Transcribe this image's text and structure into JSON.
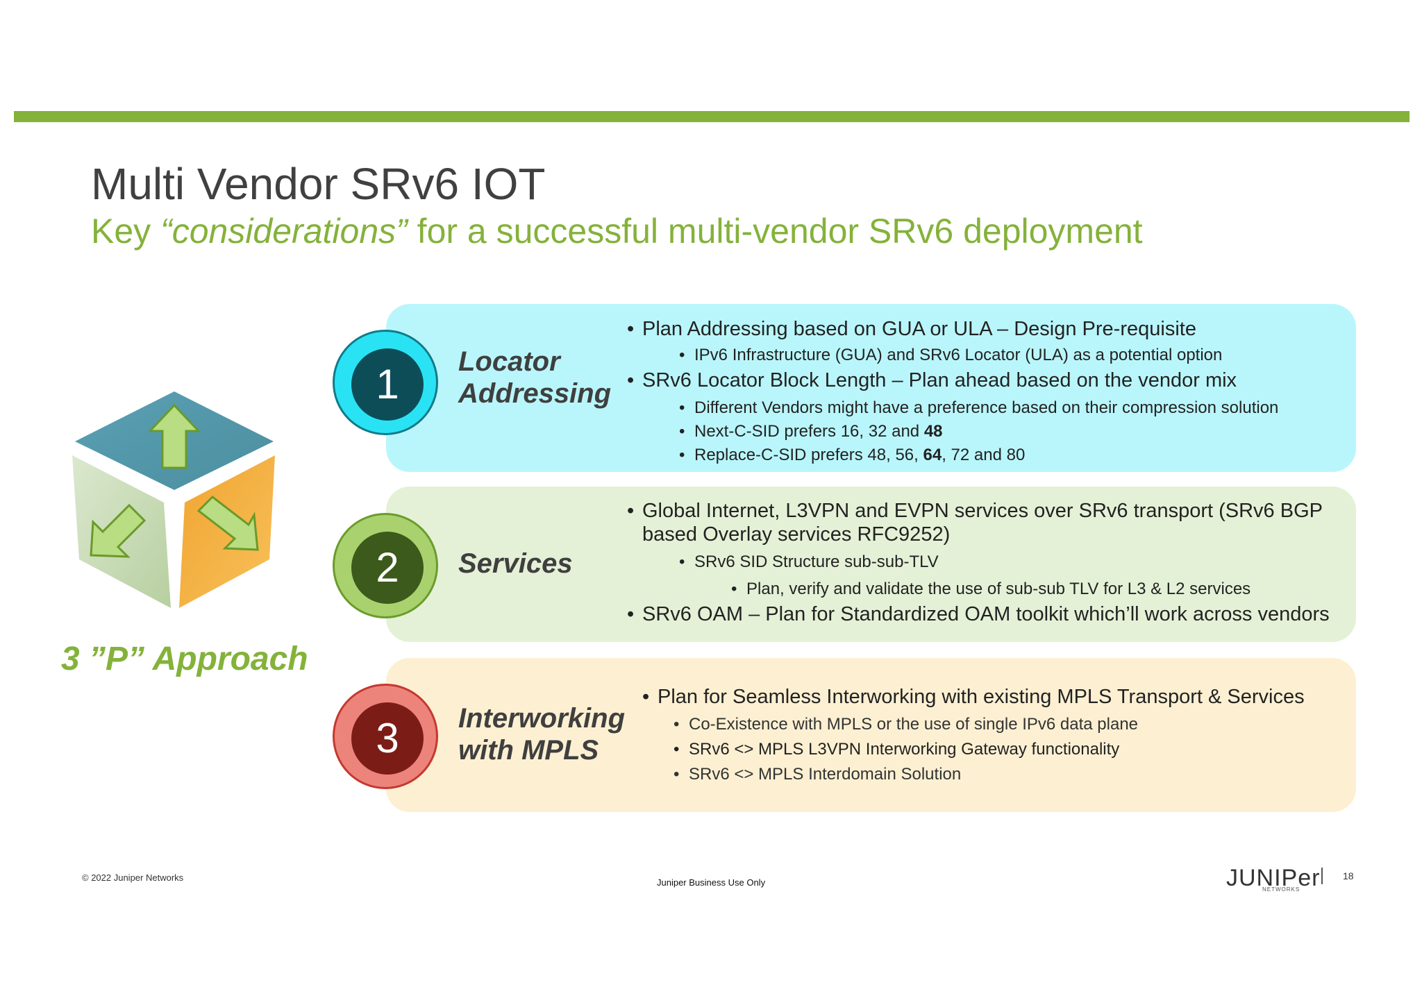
{
  "header": {
    "title": "Multi Vendor SRv6 IOT",
    "subtitle_pre": "Key ",
    "subtitle_em": "“considerations”",
    "subtitle_post": " for a successful multi-vendor SRv6 deployment",
    "accent_color": "#84b23a"
  },
  "left": {
    "approach_label": "3 ”P” Approach",
    "icon": "cube-arrows-icon"
  },
  "sections": [
    {
      "number": "1",
      "label_line1": "Locator",
      "label_line2": "Addressing",
      "color": "#b9f6fb",
      "bullets": [
        "Plan Addressing based on GUA or ULA – Design Pre-requisite",
        "IPv6 Infrastructure (GUA) and SRv6 Locator (ULA) as a potential option",
        "SRv6 Locator Block Length – Plan ahead based on the vendor mix",
        "Different Vendors might have a preference based on their compression solution",
        "Next-C-SID prefers 16, 32 and ",
        "48",
        "Replace-C-SID prefers 48, 56, ",
        "64",
        ", 72 and 80"
      ]
    },
    {
      "number": "2",
      "label_line1": "Services",
      "color": "#e5f1d7",
      "bullets": [
        "Global Internet, L3VPN and EVPN services over SRv6 transport (SRv6 BGP",
        "based Overlay services RFC9252)",
        "SRv6 SID Structure sub-sub-TLV",
        "Plan, verify and validate the use of sub-sub TLV for L3 & L2 services",
        "SRv6 OAM – Plan for Standardized OAM toolkit which’ll work across vendors"
      ]
    },
    {
      "number": "3",
      "label_line1": "Interworking",
      "label_line2": "with MPLS",
      "color": "#fdf0d2",
      "bullets": [
        "Plan for Seamless Interworking with existing MPLS Transport & Services",
        "Co-Existence with MPLS or the use of single IPv6 data plane",
        "SRv6 <> MPLS L3VPN Interworking Gateway functionality",
        "SRv6 <> MPLS Interdomain Solution"
      ]
    }
  ],
  "footer": {
    "copyright": "© 2022 Juniper Networks",
    "classification": "Juniper Business Use Only",
    "logo_text": "JUNIPer",
    "logo_sub": "NETWORKS",
    "page_number": "18"
  }
}
